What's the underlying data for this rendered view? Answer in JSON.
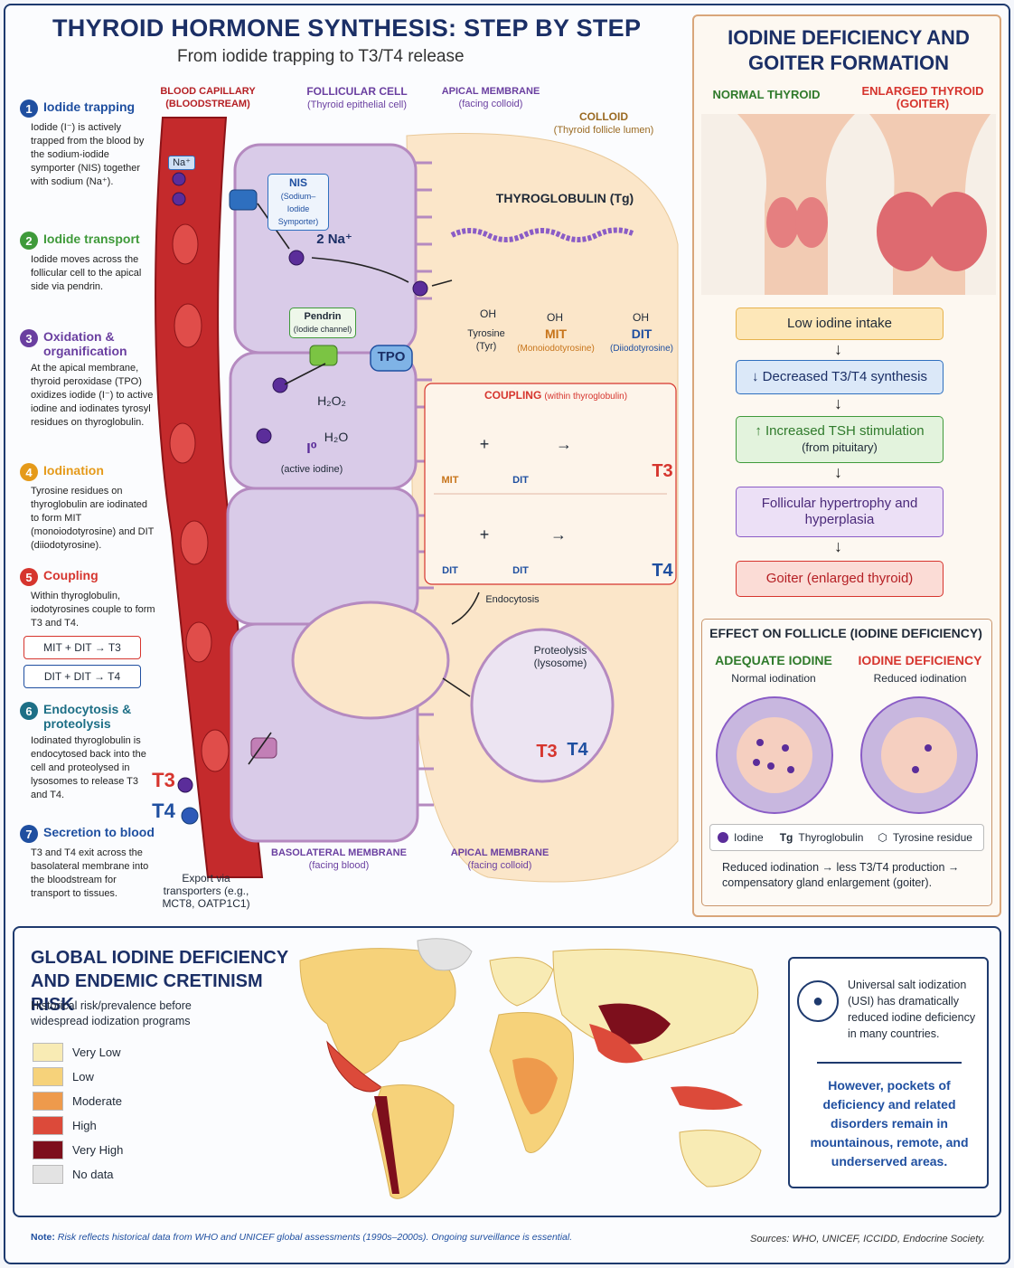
{
  "header": {
    "title": "THYROID HORMONE SYNTHESIS: STEP BY STEP",
    "subtitle": "From iodide trapping to T3/T4 release"
  },
  "colors": {
    "navy": "#1b2f66",
    "step1": "#1f4fa0",
    "step2": "#3f9a3a",
    "step3": "#6a3fa0",
    "step4": "#e59a1a",
    "step5": "#d6352e",
    "step6": "#1d6f86",
    "step7": "#1f4fa0",
    "blood": "#b51f24",
    "cell": "#d9cbe8",
    "colloid": "#fbe6c9"
  },
  "steps": [
    {
      "num": "1",
      "title": "Iodide trapping",
      "text": "Iodide (I⁻) is actively trapped from the blood by the sodium-iodide symporter (NIS) together with sodium (Na⁺)."
    },
    {
      "num": "2",
      "title": "Iodide transport",
      "text": "Iodide moves across the follicular cell to the apical side via pendrin."
    },
    {
      "num": "3",
      "title": "Oxidation & organification",
      "text": "At the apical membrane, thyroid peroxidase (TPO) oxidizes iodide (I⁻) to active iodine and iodinates tyrosyl residues on thyroglobulin."
    },
    {
      "num": "4",
      "title": "Iodination",
      "text": "Tyrosine residues on thyroglobulin are iodinated to form MIT (monoiodotyrosine) and DIT (diiodotyrosine)."
    },
    {
      "num": "5",
      "title": "Coupling",
      "text": "Within thyroglobulin, iodotyrosines couple to form T3 and T4."
    },
    {
      "num": "6",
      "title": "Endocytosis & proteolysis",
      "text": "Iodinated thyroglobulin is endocytosed back into the cell and proteolysed in lysosomes to release T3 and T4."
    },
    {
      "num": "7",
      "title": "Secretion to blood",
      "text": "T3 and T4 exit across the basolateral membrane into the bloodstream for transport to tissues."
    }
  ],
  "equations": {
    "t3": "MIT + DIT → T3",
    "t4": "DIT + DIT → T4"
  },
  "diagram": {
    "blood_label": "BLOOD CAPILLARY (BLOODSTREAM)",
    "follicular_label": "FOLLICULAR CELL",
    "follicular_sub": "(Thyroid epithelial cell)",
    "apical_top": "APICAL MEMBRANE",
    "apical_top_sub": "(facing colloid)",
    "colloid_label": "COLLOID",
    "colloid_sub": "(Thyroid follicle lumen)",
    "na": "Na⁺",
    "nis": "NIS",
    "nis_sub": "(Sodium–Iodide Symporter)",
    "two_na": "2 Na⁺",
    "pendrin": "Pendrin",
    "pendrin_sub": "(Iodide channel)",
    "tpo": "TPO",
    "h2o2": "H₂O₂",
    "h2o": "H₂O",
    "i0": "I⁰",
    "active_iodine": "(active iodine)",
    "thyroglobulin": "THYROGLOBULIN (Tg)",
    "tyr": "Tyrosine",
    "tyr_sub": "(Tyr)",
    "mit": "MIT",
    "mit_sub": "(Monoiodotyrosine)",
    "dit": "DIT",
    "dit_sub": "(Diiodotyrosine)",
    "oh": "OH",
    "coupling": "COUPLING",
    "coupling_sub": "(within thyroglobulin)",
    "t3": "T3",
    "t4": "T4",
    "endocytosis": "Endocytosis",
    "proteolysis": "Proteolysis",
    "lysosome": "(lysosome)",
    "basolateral": "BASOLATERAL MEMBRANE",
    "basolateral_sub": "(facing blood)",
    "apical_bottom": "APICAL MEMBRANE",
    "apical_bottom_sub": "(facing colloid)",
    "export": "Export via transporters (e.g., MCT8, OATP1C1)",
    "plus": "+",
    "arrow": "→"
  },
  "deficiency": {
    "title": "IODINE DEFICIENCY AND GOITER FORMATION",
    "normal": "NORMAL THYROID",
    "enlarged": "ENLARGED THYROID (GOITER)",
    "flow": [
      {
        "main": "Low iodine intake",
        "sub": ""
      },
      {
        "main": "↓ Decreased T3/T4 synthesis",
        "sub": ""
      },
      {
        "main": "↑ Increased TSH stimulation",
        "sub": "(from pituitary)"
      },
      {
        "main": "Follicular hypertrophy and hyperplasia",
        "sub": ""
      },
      {
        "main": "Goiter (enlarged thyroid)",
        "sub": ""
      }
    ],
    "effect_title": "EFFECT ON FOLLICLE (IODINE DEFICIENCY)",
    "adequate": "ADEQUATE IODINE",
    "adequate_sub": "Normal iodination",
    "deficient": "IODINE DEFICIENCY",
    "deficient_sub": "Reduced iodination",
    "legend": {
      "iodine": "Iodine",
      "tg_abbr": "Tg",
      "tg": "Thyroglobulin",
      "tyrosine": "Tyrosine residue"
    },
    "note": "Reduced iodination → less T3/T4 production → compensatory gland enlargement (goiter)."
  },
  "global": {
    "title": "GLOBAL IODINE DEFICIENCY AND ENDEMIC CRETINISM RISK",
    "subtitle": "Historical risk/prevalence before widespread iodization programs",
    "legend": [
      {
        "label": "Very Low",
        "color": "#f8ebb4"
      },
      {
        "label": "Low",
        "color": "#f6d27a"
      },
      {
        "label": "Moderate",
        "color": "#ee9a4c"
      },
      {
        "label": "High",
        "color": "#dc4a3a"
      },
      {
        "label": "Very High",
        "color": "#7d0f1c"
      },
      {
        "label": "No data",
        "color": "#e3e3e3"
      }
    ],
    "usi": "Universal salt iodization (USI) has dramatically reduced iodine deficiency in many countries.",
    "however": "However, pockets of deficiency and related disorders remain in mountainous, remote, and underserved areas."
  },
  "footer": {
    "note_label": "Note:",
    "note": "Risk reflects historical data from WHO and UNICEF global assessments (1990s–2000s). Ongoing surveillance is essential.",
    "sources": "Sources: WHO, UNICEF, ICCIDD, Endocrine Society."
  }
}
